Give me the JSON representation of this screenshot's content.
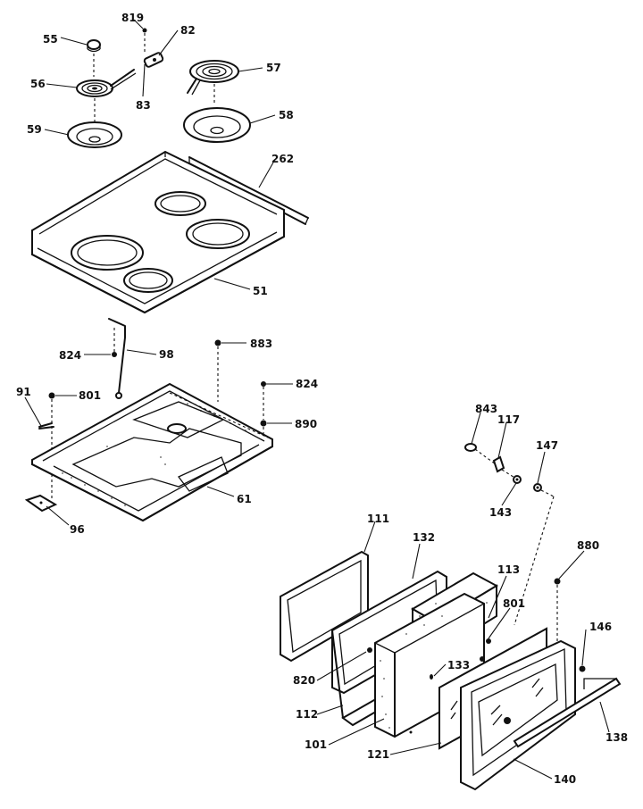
{
  "callouts": [
    {
      "id": "c819",
      "text": "819"
    },
    {
      "id": "c82",
      "text": "82"
    },
    {
      "id": "c55",
      "text": "55"
    },
    {
      "id": "c56",
      "text": "56"
    },
    {
      "id": "c83",
      "text": "83"
    },
    {
      "id": "c57",
      "text": "57"
    },
    {
      "id": "c59",
      "text": "59"
    },
    {
      "id": "c58",
      "text": "58"
    },
    {
      "id": "c262",
      "text": "262"
    },
    {
      "id": "c51",
      "text": "51"
    },
    {
      "id": "c824a",
      "text": "824"
    },
    {
      "id": "c98",
      "text": "98"
    },
    {
      "id": "c883",
      "text": "883"
    },
    {
      "id": "c91",
      "text": "91"
    },
    {
      "id": "c801a",
      "text": "801"
    },
    {
      "id": "c824b",
      "text": "824"
    },
    {
      "id": "c890",
      "text": "890"
    },
    {
      "id": "c61",
      "text": "61"
    },
    {
      "id": "c96",
      "text": "96"
    },
    {
      "id": "c843",
      "text": "843"
    },
    {
      "id": "c117",
      "text": "117"
    },
    {
      "id": "c147",
      "text": "147"
    },
    {
      "id": "c143",
      "text": "143"
    },
    {
      "id": "c111",
      "text": "111"
    },
    {
      "id": "c132",
      "text": "132"
    },
    {
      "id": "c880",
      "text": "880"
    },
    {
      "id": "c113",
      "text": "113"
    },
    {
      "id": "c801b",
      "text": "801"
    },
    {
      "id": "c146",
      "text": "146"
    },
    {
      "id": "c820",
      "text": "820"
    },
    {
      "id": "c133",
      "text": "133"
    },
    {
      "id": "c112",
      "text": "112"
    },
    {
      "id": "c101",
      "text": "101"
    },
    {
      "id": "c121",
      "text": "121"
    },
    {
      "id": "c138",
      "text": "138"
    },
    {
      "id": "c140",
      "text": "140"
    }
  ]
}
